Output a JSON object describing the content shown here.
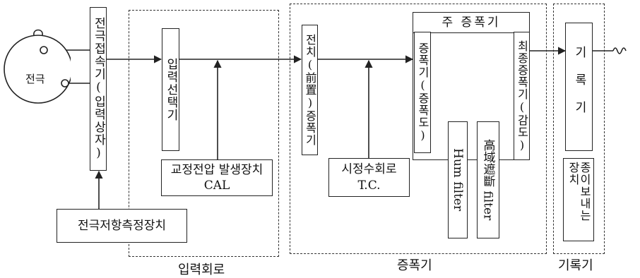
{
  "head": {
    "label": "전극"
  },
  "blocks": {
    "electrode_connector": "전극접속기(입력상자)",
    "input_selector": "입력선택기",
    "cal_generator": "교정전압 발생장치 CAL",
    "preamp": "전치(前置)증폭기",
    "time_constant": "시정수회로 T.C.",
    "main_amp_title": "주 증폭기",
    "amp_gain": "증폭기(증폭도)",
    "hum_filter": "Hum filter",
    "hf_filter": "高域遮斷 filter",
    "final_amp": "최종증폭기(감도)",
    "recorder": "기록기",
    "paper_feed": "종이보내는 장치",
    "impedance_meter": "전극저항측정장치"
  },
  "groups": {
    "input_circuit": "입력회로",
    "amplifier": "증폭기",
    "recorder": "기록기"
  }
}
